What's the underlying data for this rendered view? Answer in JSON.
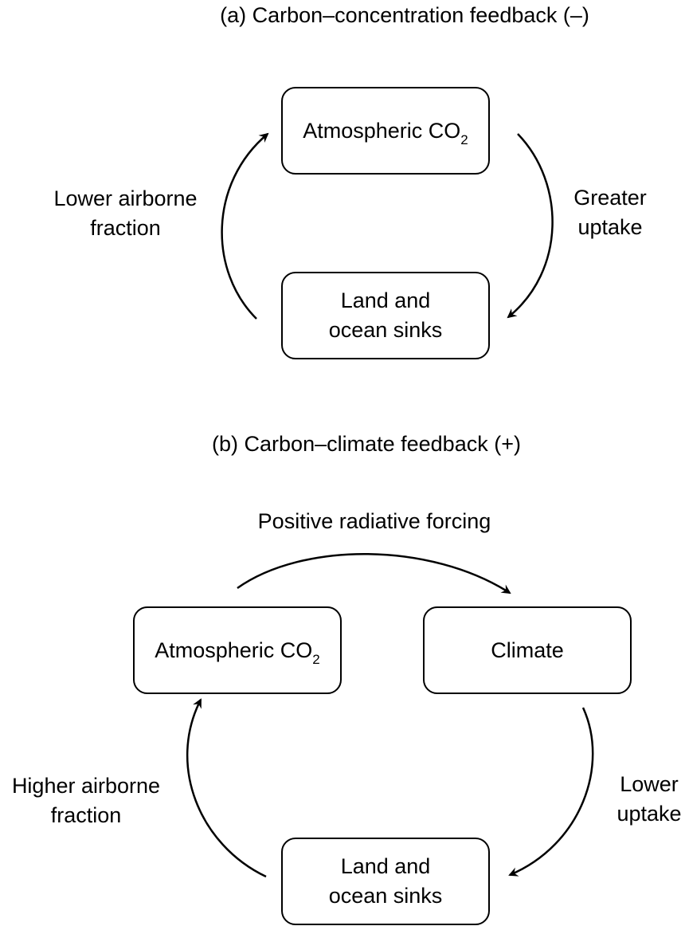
{
  "panel_a": {
    "title": "(a) Carbon–concentration feedback (–)",
    "box_top": {
      "label": "Atmospheric CO",
      "sub": "2"
    },
    "box_bottom": {
      "line1": "Land and",
      "line2": "ocean sinks"
    },
    "right_label": {
      "line1": "Greater",
      "line2": "uptake"
    },
    "left_label": {
      "line1": "Lower airborne",
      "line2": "fraction"
    }
  },
  "panel_b": {
    "title": "(b) Carbon–climate feedback (+)",
    "top_label": "Positive radiative forcing",
    "box_left": {
      "label": "Atmospheric CO",
      "sub": "2"
    },
    "box_right": {
      "label": "Climate"
    },
    "box_bottom": {
      "line1": "Land and",
      "line2": "ocean sinks"
    },
    "right_label": {
      "line1": "Lower",
      "line2": "uptake"
    },
    "left_label": {
      "line1": "Higher airborne",
      "line2": "fraction"
    }
  }
}
